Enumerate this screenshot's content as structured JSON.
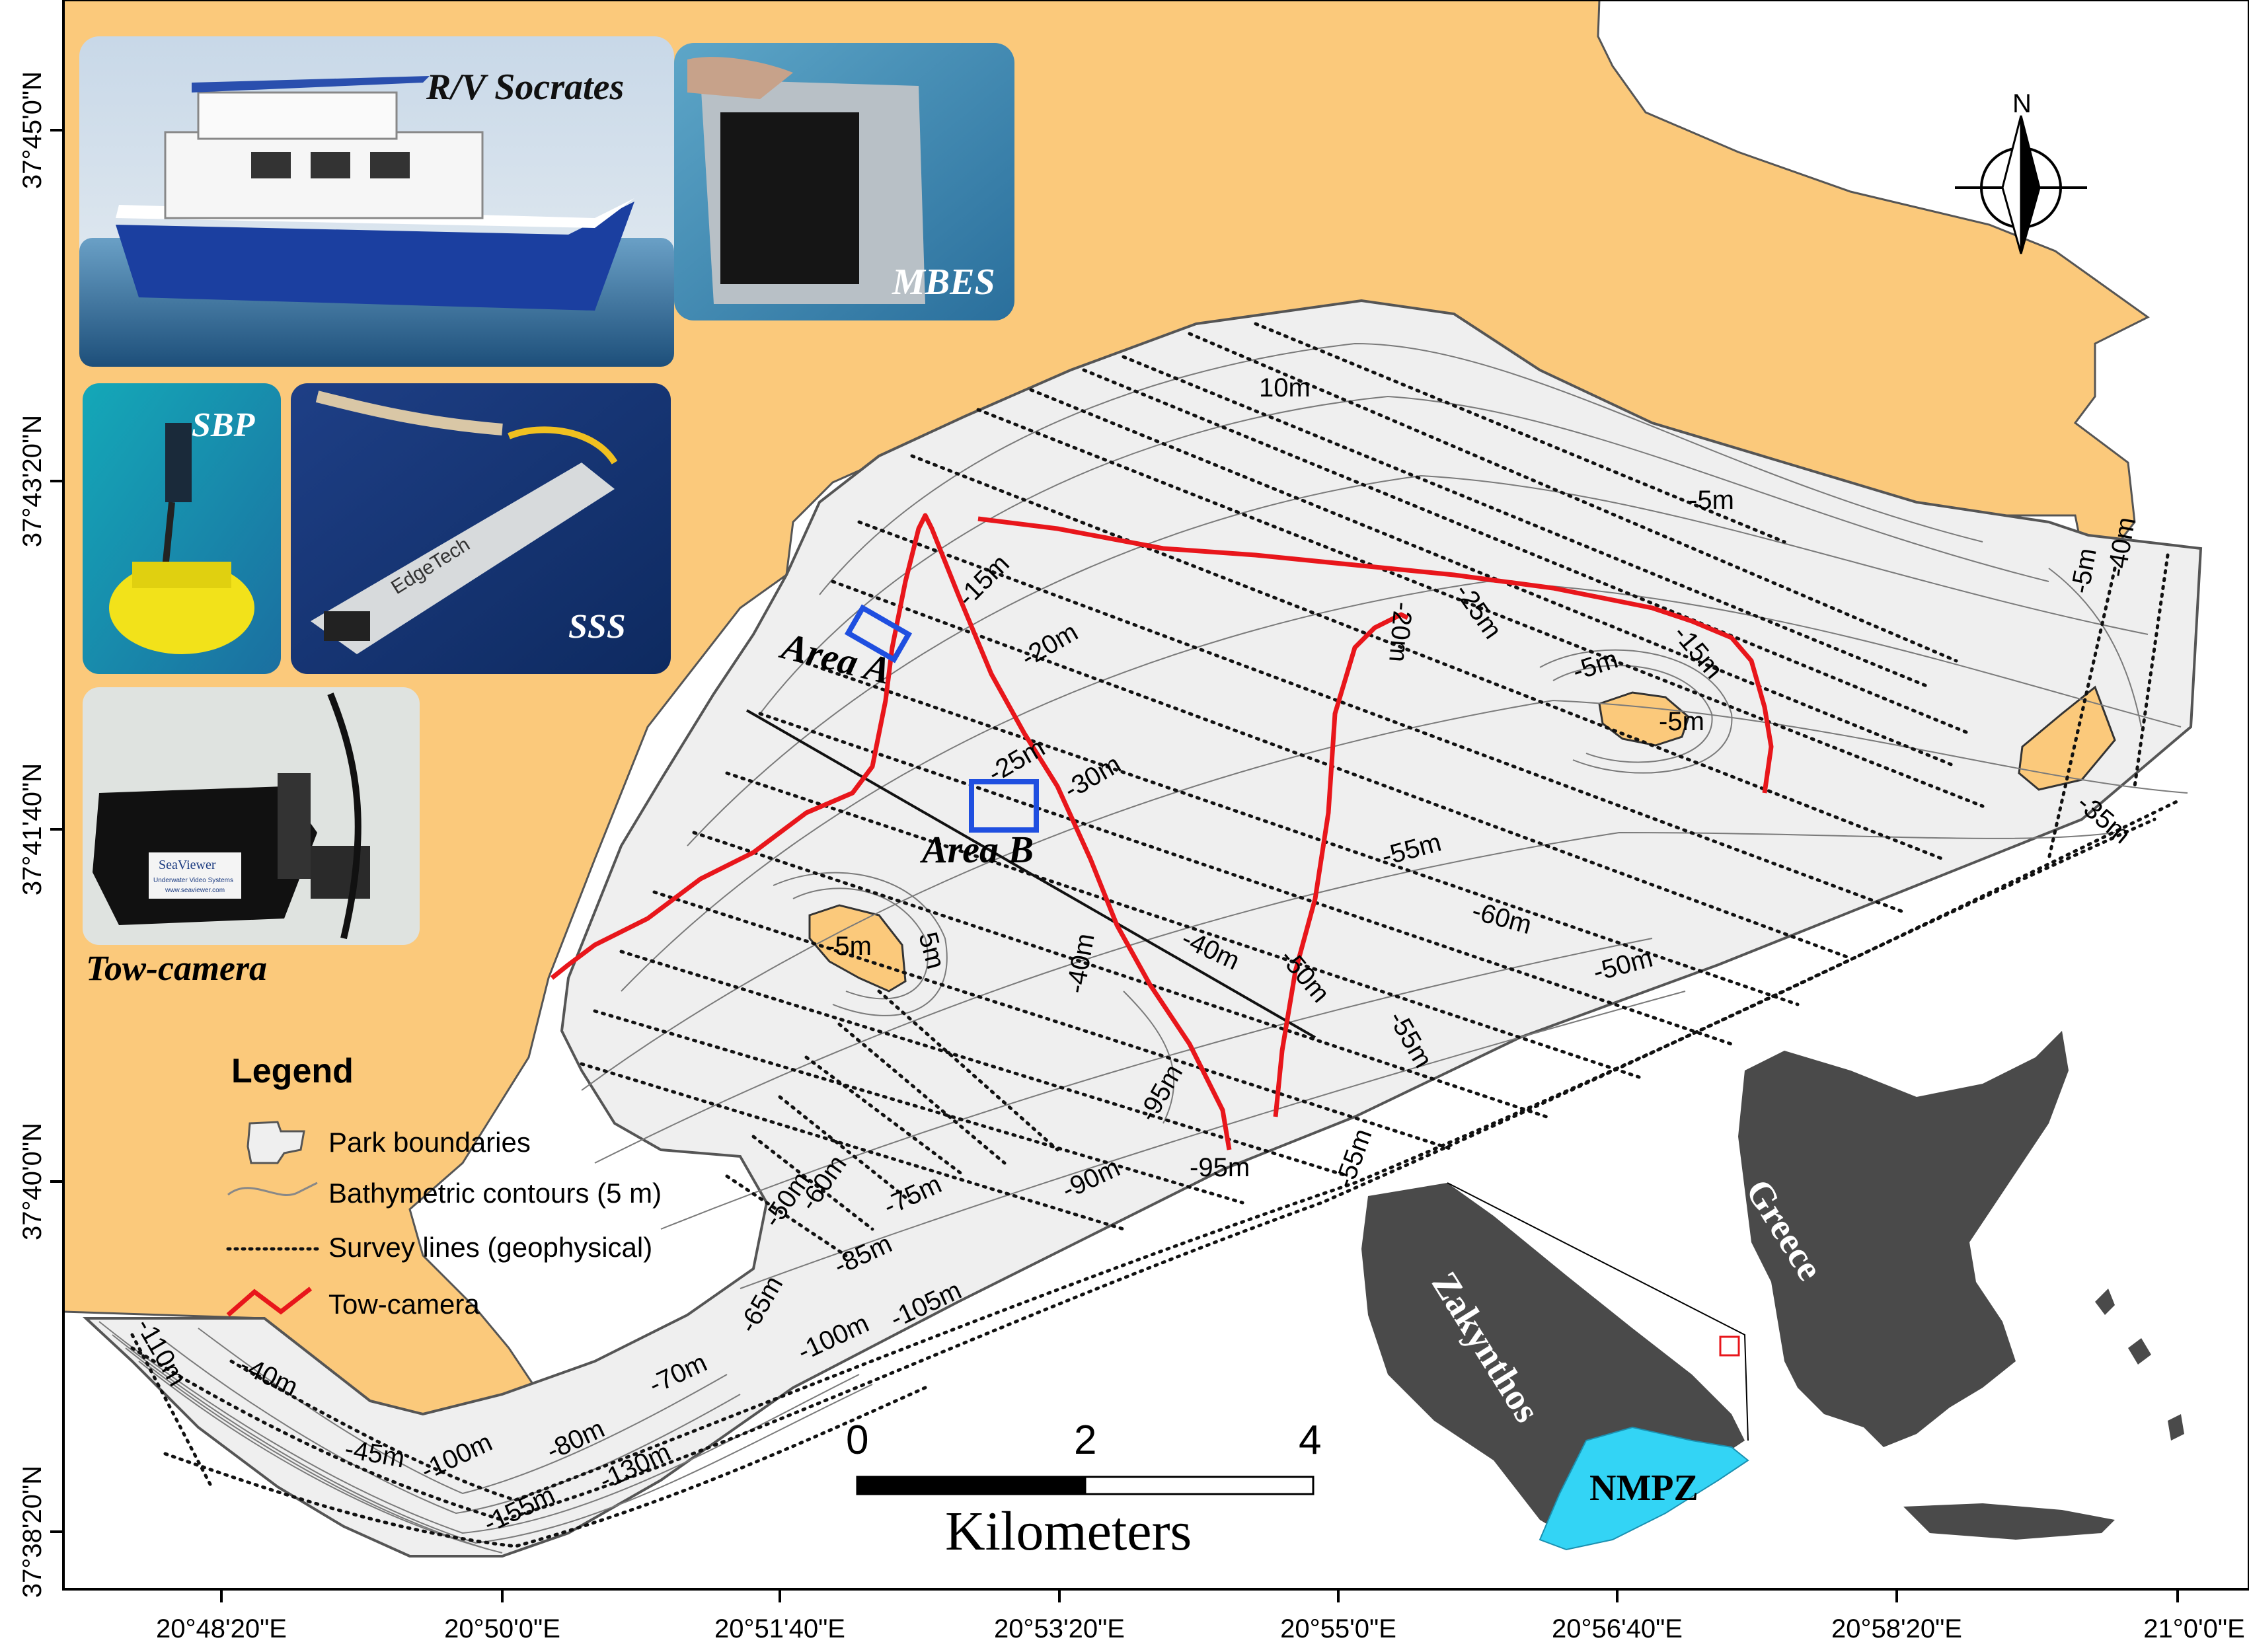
{
  "longitude_ticks": [
    "20°48'20\"E",
    "20°50'0\"E",
    "20°51'40\"E",
    "20°53'20\"E",
    "20°55'0\"E",
    "20°56'40\"E",
    "20°58'20\"E",
    "21°0'0\"E"
  ],
  "latitude_ticks": [
    "37°45'0\"N",
    "37°43'20\"N",
    "37°41'40\"N",
    "37°40'0\"N",
    "37°38'20\"N"
  ],
  "photos": {
    "vessel": "R/V Socrates",
    "mbes": "MBES",
    "sbp": "SBP",
    "sss": "SSS",
    "tow_camera": "Tow-camera",
    "camera_brand": "SeaViewer",
    "camera_tagline": "Underwater Video Systems",
    "camera_url": "www.seaviewer.com",
    "sss_brand": "EdgeTech"
  },
  "north_arrow": "N",
  "areas": {
    "a": "Area A",
    "b": "Area B"
  },
  "depth_labels": [
    "10m",
    "-5m",
    "-15m",
    "-20m",
    "-25m",
    "-30m",
    "-35m",
    "-40m",
    "-45m",
    "-50m",
    "-55m",
    "-60m",
    "-65m",
    "-70m",
    "-75m",
    "-80m",
    "-85m",
    "-90m",
    "-95m",
    "-100m",
    "-105m",
    "-110m",
    "-130m",
    "-155m",
    "5m"
  ],
  "legend": {
    "title": "Legend",
    "items": [
      "Park boundaries",
      "Bathymetric contours (5 m)",
      "Survey lines (geophysical)",
      "Tow-camera"
    ]
  },
  "scale_bar": {
    "ticks": [
      "0",
      "2",
      "4"
    ],
    "unit": "Kilometers"
  },
  "inset": {
    "greece": "Greece",
    "zakynthos": "Zakynthos",
    "park": "NMPZ"
  },
  "colors": {
    "land": "#fbc97b",
    "sea": "#ffffff",
    "park": "#efefef",
    "tow_camera": "#e8161b",
    "area_box": "#1f4fe0",
    "inset_land": "#4a4a4a",
    "inset_park": "#33d4f5"
  }
}
